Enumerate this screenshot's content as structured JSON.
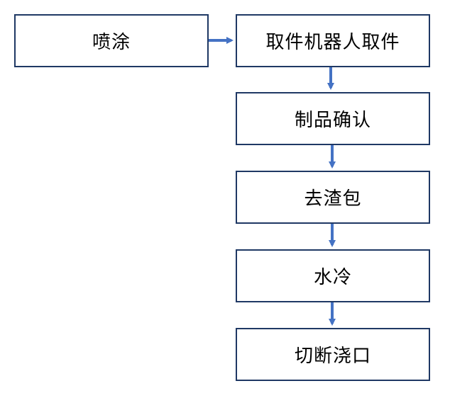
{
  "flowchart": {
    "steps": [
      {
        "id": "spray",
        "label": "喷涂"
      },
      {
        "id": "robot",
        "label": "取件机器人取件"
      },
      {
        "id": "confirm",
        "label": "制品确认"
      },
      {
        "id": "slag",
        "label": "去渣包"
      },
      {
        "id": "water",
        "label": "水冷"
      },
      {
        "id": "cut",
        "label": "切断浇口"
      }
    ],
    "colors": {
      "box_border": "#1f3864",
      "arrow": "#4472c4",
      "text": "#000000"
    }
  }
}
